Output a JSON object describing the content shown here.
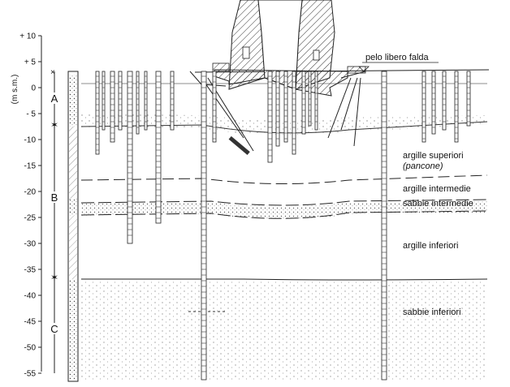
{
  "diagram": {
    "unit_label": "(m s.m.)",
    "depth_ticks": [
      "+ 10",
      "+ 5",
      "0",
      "- 5",
      "-10",
      "-15",
      "-20",
      "-25",
      "-30",
      "-35",
      "-40",
      "-45",
      "-50",
      "-55"
    ],
    "zones": [
      "A",
      "B",
      "C"
    ],
    "labels": {
      "water_table": "pelo libero falda",
      "upper_clay": "argille superiori",
      "pancone": "(pancone)",
      "intermediate_clay": "argille intermedie",
      "intermediate_sand": "sabbie intermedie",
      "lower_clay": "argille inferiori",
      "lower_sand": "sabbie inferiori"
    }
  }
}
